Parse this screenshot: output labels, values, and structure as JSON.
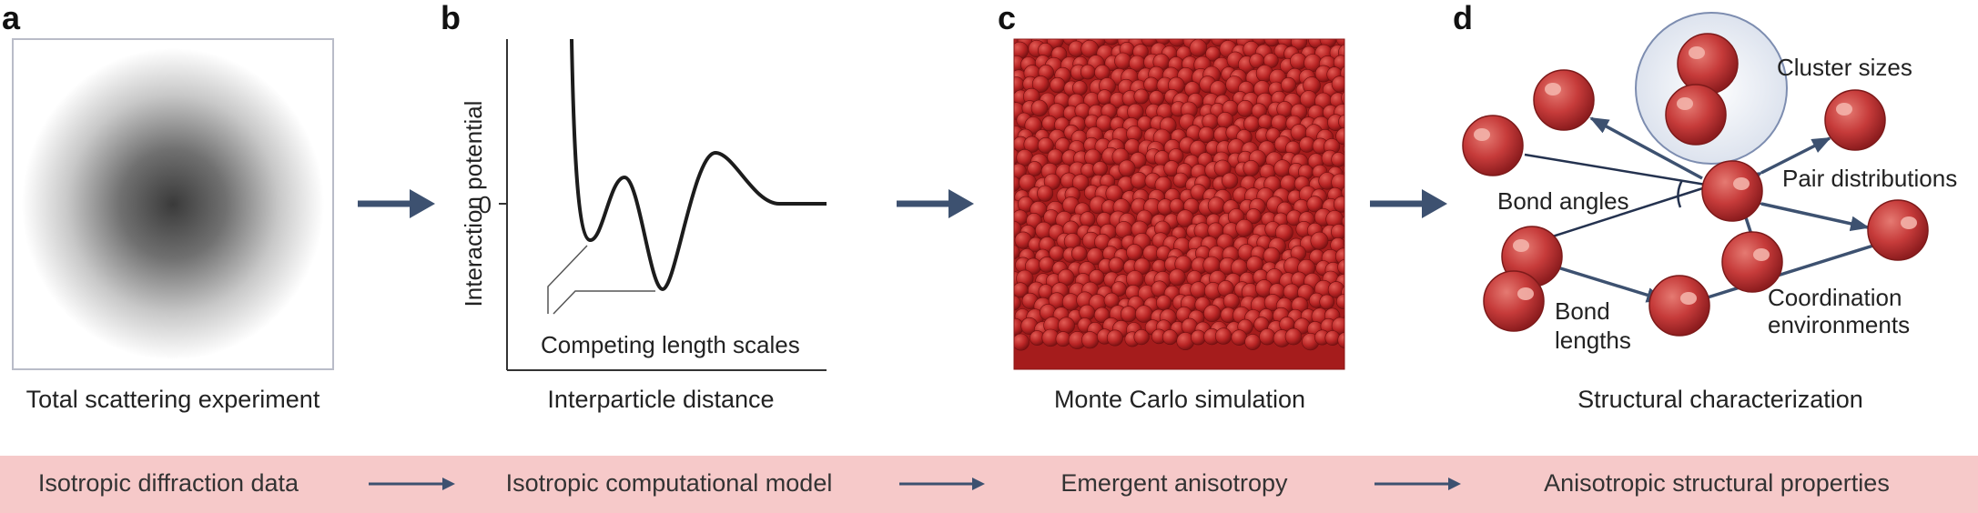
{
  "panels": {
    "a": {
      "letter": "a",
      "caption": "Total scattering experiment"
    },
    "b": {
      "letter": "b",
      "caption": "Interparticle distance",
      "ylabel": "Interaction potential",
      "zero_tick": "0",
      "annotation": "Competing length scales"
    },
    "c": {
      "letter": "c",
      "caption": "Monte Carlo simulation"
    },
    "d": {
      "letter": "d",
      "caption": "Structural characterization",
      "labels": {
        "cluster_sizes": "Cluster sizes",
        "pair_distributions": "Pair distributions",
        "bond_angles": "Bond angles",
        "bond_lengths_1": "Bond",
        "bond_lengths_2": "lengths",
        "coordination_1": "Coordination",
        "coordination_2": "environments"
      }
    }
  },
  "workflow_band": {
    "steps": [
      "Isotropic diffraction data",
      "Isotropic computational model",
      "Emergent anisotropy",
      "Anisotropic structural properties"
    ]
  },
  "colors": {
    "arrow": "#3d5170",
    "band": "#f6c9c9",
    "sphere": "#c9403f",
    "sim_background": "#a51c1c"
  }
}
